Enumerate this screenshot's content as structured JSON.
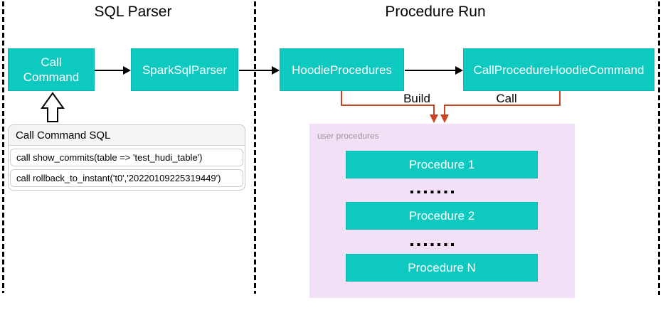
{
  "regions": {
    "left_title": "SQL Parser",
    "right_title": "Procedure Run"
  },
  "boxes": {
    "call_command": "Call Command",
    "spark_sql_parser": "SparkSqlParser",
    "hoodie_procedures": "HoodieProcedures",
    "call_procedure_hoodie_command": "CallProcedureHoodieCommand"
  },
  "connectors": {
    "build_label": "Build",
    "call_label": "Call"
  },
  "sql_panel": {
    "title": "Call Command SQL",
    "rows": [
      "call show_commits(table => 'test_hudi_table')",
      "call rollback_to_instant('t0','20220109225319449')"
    ]
  },
  "user_procedures": {
    "label": "user procedures",
    "items": [
      "Procedure 1",
      "Procedure 2",
      "Procedure N"
    ]
  },
  "colors": {
    "teal": "#0ec9bf",
    "orange": "#cc4323",
    "panel_pink": "#f2e1f6",
    "line_black": "#000000",
    "muted_gray": "#9a94a0"
  }
}
